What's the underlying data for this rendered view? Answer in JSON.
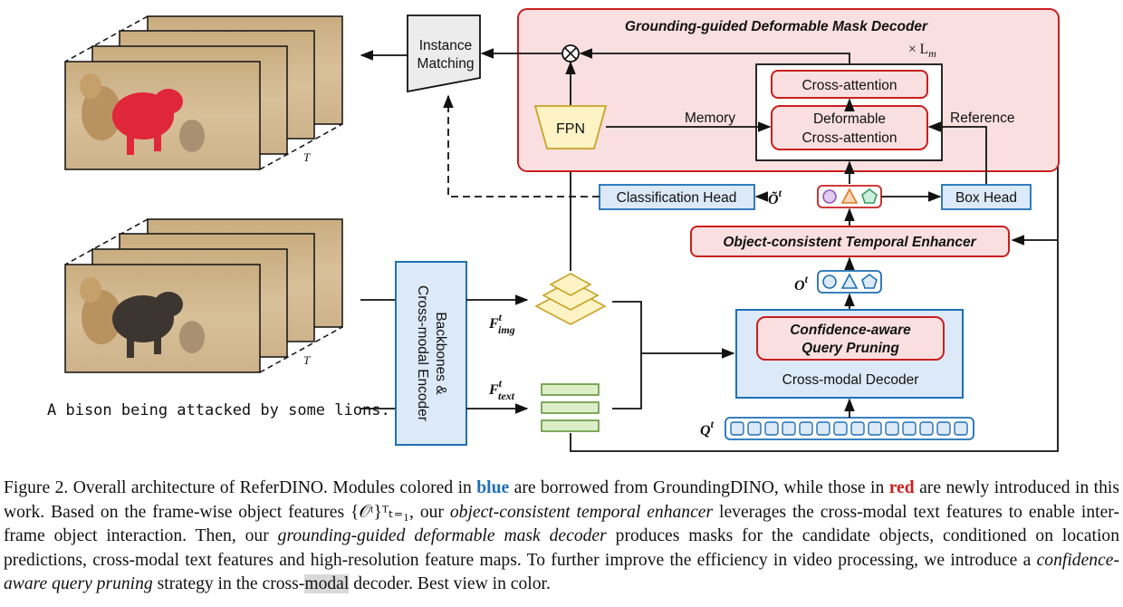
{
  "diagram": {
    "mask_decoder_title": "Grounding-guided Deformable Mask Decoder",
    "times_lm_symbol": "× L",
    "times_lm_sub": "m",
    "cross_attention": "Cross-attention",
    "deformable_line1": "Deformable",
    "deformable_line2": "Cross-attention",
    "memory_label": "Memory",
    "reference_label": "Reference",
    "fpn_label": "FPN",
    "instance_line1": "Instance",
    "instance_line2": "Matching",
    "classification_head": "Classification Head",
    "box_head": "Box Head",
    "o_tilde_label": "Õ",
    "o_sup": "t",
    "temporal_enhancer": "Object-consistent Temporal Enhancer",
    "o_label": "O",
    "pruning_line1": "Confidence-aware",
    "pruning_line2": "Query Pruning",
    "cross_modal_decoder": "Cross-modal Decoder",
    "q_label": "Q",
    "q_sup": "t",
    "backbone_line1": "Backbones &",
    "backbone_line2": "Cross-modal Encoder",
    "f_img_label": "F",
    "f_img_sup": "t",
    "f_img_sub": "img",
    "f_text_label": "F",
    "f_text_sup": "t",
    "f_text_sub": "text",
    "t_label_top": "T",
    "t_label_bottom": "T",
    "text_prompt": "A bison being attacked by some lions."
  },
  "caption": {
    "p1": "Figure 2. Overall architecture of ReferDINO. Modules colored in ",
    "blue_word": "blue",
    "p2": " are borrowed from GroundingDINO, while those in ",
    "red_word": "red",
    "p3": " are newly introduced in this work. Based on the frame-wise object features ",
    "math": "{𝒪ᵗ}ᵀₜ₌₁",
    "p4": ", our ",
    "em1": "object-consistent temporal enhancer",
    "p5": " leverages the cross-modal text features to enable inter-frame object interaction. Then, our ",
    "em2": "grounding-guided deformable mask decoder",
    "p6": " produces masks for the candidate objects, conditioned on location predictions, cross-modal text features and high-resolution feature maps. To further improve the efficiency in video processing, we introduce a ",
    "em3": "confidence-aware query pruning",
    "p7": " strategy in the cross-",
    "hl_word": "modal",
    "p8": " decoder. Best view in color."
  },
  "colors": {
    "blue_fill": "#dce9f8",
    "blue_stroke": "#1f6fb5",
    "red_fill": "#fadfe0",
    "red_stroke": "#c8201e",
    "yellow_fill": "#fdf3c4",
    "yellow_stroke": "#c9a227",
    "green_fill": "#dcefc9",
    "green_stroke": "#5a8f2e"
  }
}
